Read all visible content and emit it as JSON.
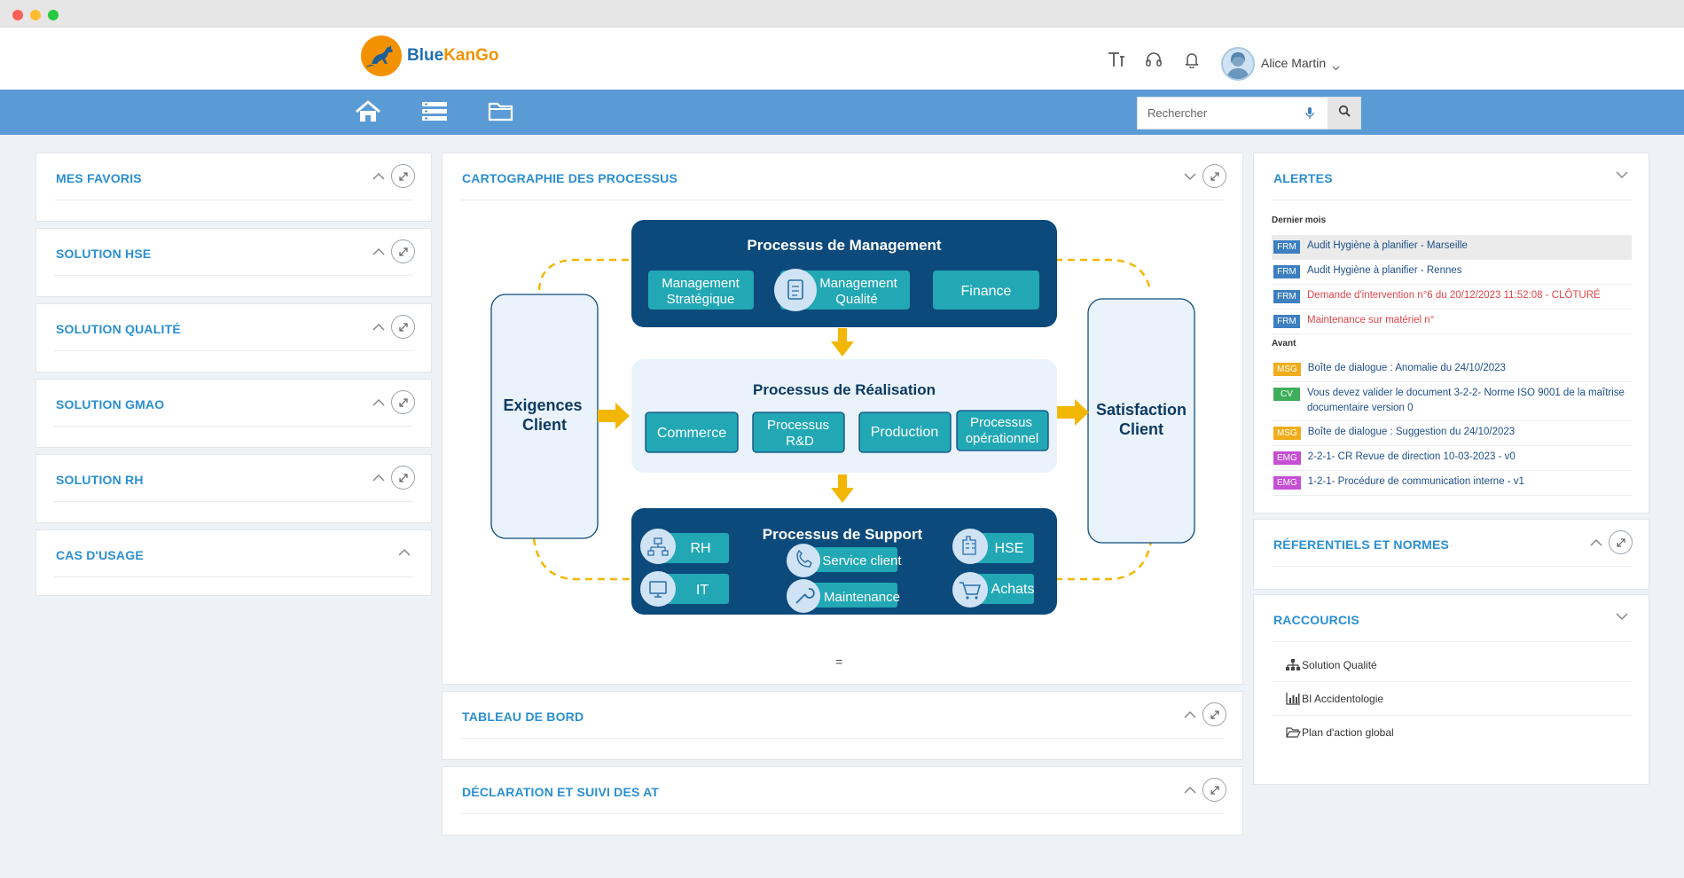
{
  "header": {
    "brand_part1": "Blue",
    "brand_part2": "KanGo",
    "user_name": "Alice Martin",
    "icons": [
      "text-size-icon",
      "headset-icon",
      "bell-icon",
      "chevron-down-icon"
    ]
  },
  "nav": {
    "icons": [
      "home-icon",
      "list-icon",
      "folder-icon",
      "microphone-icon",
      "search-icon"
    ],
    "search_placeholder": "Rechercher"
  },
  "left_panels": [
    {
      "title": "MES FAVORIS"
    },
    {
      "title": "SOLUTION HSE"
    },
    {
      "title": "SOLUTION QUALITÉ"
    },
    {
      "title": "SOLUTION GMAO"
    },
    {
      "title": "SOLUTION RH"
    },
    {
      "title": "CAS D'USAGE"
    }
  ],
  "center_panels": {
    "cartographie": {
      "title": "CARTOGRAPHIE DES PROCESSUS",
      "handle": "="
    },
    "tableau": {
      "title": "TABLEAU DE BORD"
    },
    "declaration": {
      "title": "DÉCLARATION ET SUIVI DES AT"
    }
  },
  "diagram": {
    "left_line1": "Exigences",
    "left_line2": "Client",
    "right_line1": "Satisfaction",
    "right_line2": "Client",
    "management": {
      "title": "Processus de Management",
      "b1_line1": "Management",
      "b1_line2": "Stratégique",
      "b2_line1": "Management",
      "b2_line2": "Qualité",
      "b3": "Finance"
    },
    "realisation": {
      "title": "Processus de Réalisation",
      "b1": "Commerce",
      "b2_line1": "Processus",
      "b2_line2": "R&D",
      "b3": "Production",
      "b4_line1": "Processus",
      "b4_line2": "opérationnel"
    },
    "support": {
      "title": "Processus de Support",
      "rh": "RH",
      "it": "IT",
      "service": "Service client",
      "maintenance": "Maintenance",
      "hse": "HSE",
      "achats": "Achats"
    },
    "colors": {
      "dark_blue": "#0d4a7c",
      "light_blue": "#eaf3fb",
      "teal": "#22a8b5",
      "yellow": "#f2b705"
    }
  },
  "alertes": {
    "title": "ALERTES",
    "section1": "Dernier mois",
    "section2": "Avant",
    "items_recent": [
      {
        "badge": "FRM",
        "color": "#3d7fc1",
        "text": "Audit Hygiène à planifier - Marseille",
        "red": false
      },
      {
        "badge": "FRM",
        "color": "#3d7fc1",
        "text": "Audit Hygiène à planifier - Rennes",
        "red": false
      },
      {
        "badge": "FRM",
        "color": "#3d7fc1",
        "text": "Demande d'intervention n°6 du 20/12/2023 11:52:08 - CLÔTURÉ",
        "red": true
      },
      {
        "badge": "FRM",
        "color": "#3d7fc1",
        "text": "Maintenance sur matériel n°",
        "red": true
      }
    ],
    "items_before": [
      {
        "badge": "MSG",
        "color": "#f0ad1b",
        "text": "Boîte de dialogue : Anomalie du 24/10/2023"
      },
      {
        "badge": "CV",
        "color": "#3fae5a",
        "text": "Vous devez valider le document 3-2-2- Norme ISO 9001 de la maîtrise documentaire version 0"
      },
      {
        "badge": "MSG",
        "color": "#f0ad1b",
        "text": "Boîte de dialogue : Suggestion du 24/10/2023"
      },
      {
        "badge": "EMG",
        "color": "#c64fd4",
        "text": "2-2-1- CR Revue de direction 10-03-2023 - v0"
      },
      {
        "badge": "EMG",
        "color": "#c64fd4",
        "text": "1-2-1- Procédure de communication interne - v1"
      }
    ]
  },
  "referentiels": {
    "title": "RÉFERENTIELS ET NORMES"
  },
  "raccourcis": {
    "title": "RACCOURCIS",
    "items": [
      {
        "label": "Solution Qualité",
        "icon": "sitemap-icon"
      },
      {
        "label": "BI Accidentologie",
        "icon": "bar-chart-icon"
      },
      {
        "label": "Plan d'action global",
        "icon": "folder-open-icon"
      }
    ]
  }
}
